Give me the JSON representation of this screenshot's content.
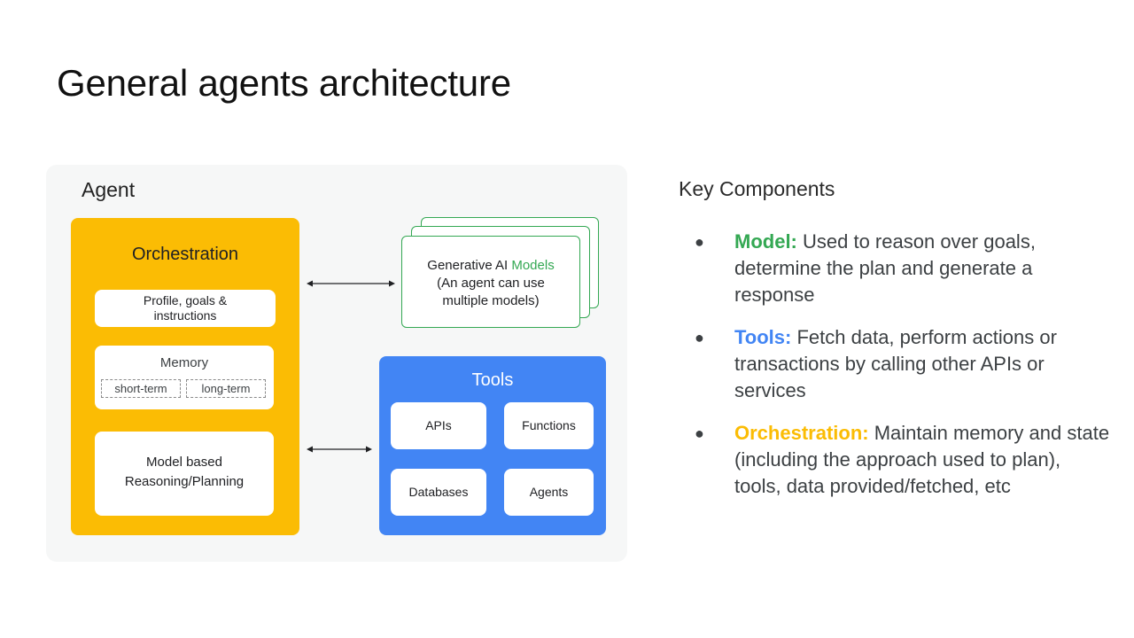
{
  "title": "General agents architecture",
  "agent": {
    "label": "Agent",
    "orchestration": {
      "title": "Orchestration",
      "profile_line1": "Profile, goals &",
      "profile_line2": "instructions",
      "memory": {
        "title": "Memory",
        "short": "short-term",
        "long": "long-term"
      },
      "reasoning_line1": "Model based",
      "reasoning_line2": "Reasoning/Planning"
    },
    "models": {
      "line1_prefix": "Generative AI ",
      "line1_highlight": "Models",
      "line2": "(An agent can use",
      "line3": "multiple models)"
    },
    "tools": {
      "title": "Tools",
      "items": [
        "APIs",
        "Functions",
        "Databases",
        "Agents"
      ]
    }
  },
  "key_components": {
    "title": "Key Components",
    "items": [
      {
        "label": "Model:",
        "text": " Used to reason over goals, determine the plan and generate a response",
        "color": "#34a853"
      },
      {
        "label": "Tools:",
        "text": " Fetch data, perform actions or transactions by calling other APIs or services",
        "color": "#4285f4"
      },
      {
        "label": "Orchestration:",
        "text": " Maintain memory and state (including the approach used to plan), tools, data provided/fetched, etc",
        "color": "#fbbc04"
      }
    ]
  },
  "colors": {
    "orchestration": "#fbbc04",
    "tools": "#4285f4",
    "models": "#34a853"
  }
}
